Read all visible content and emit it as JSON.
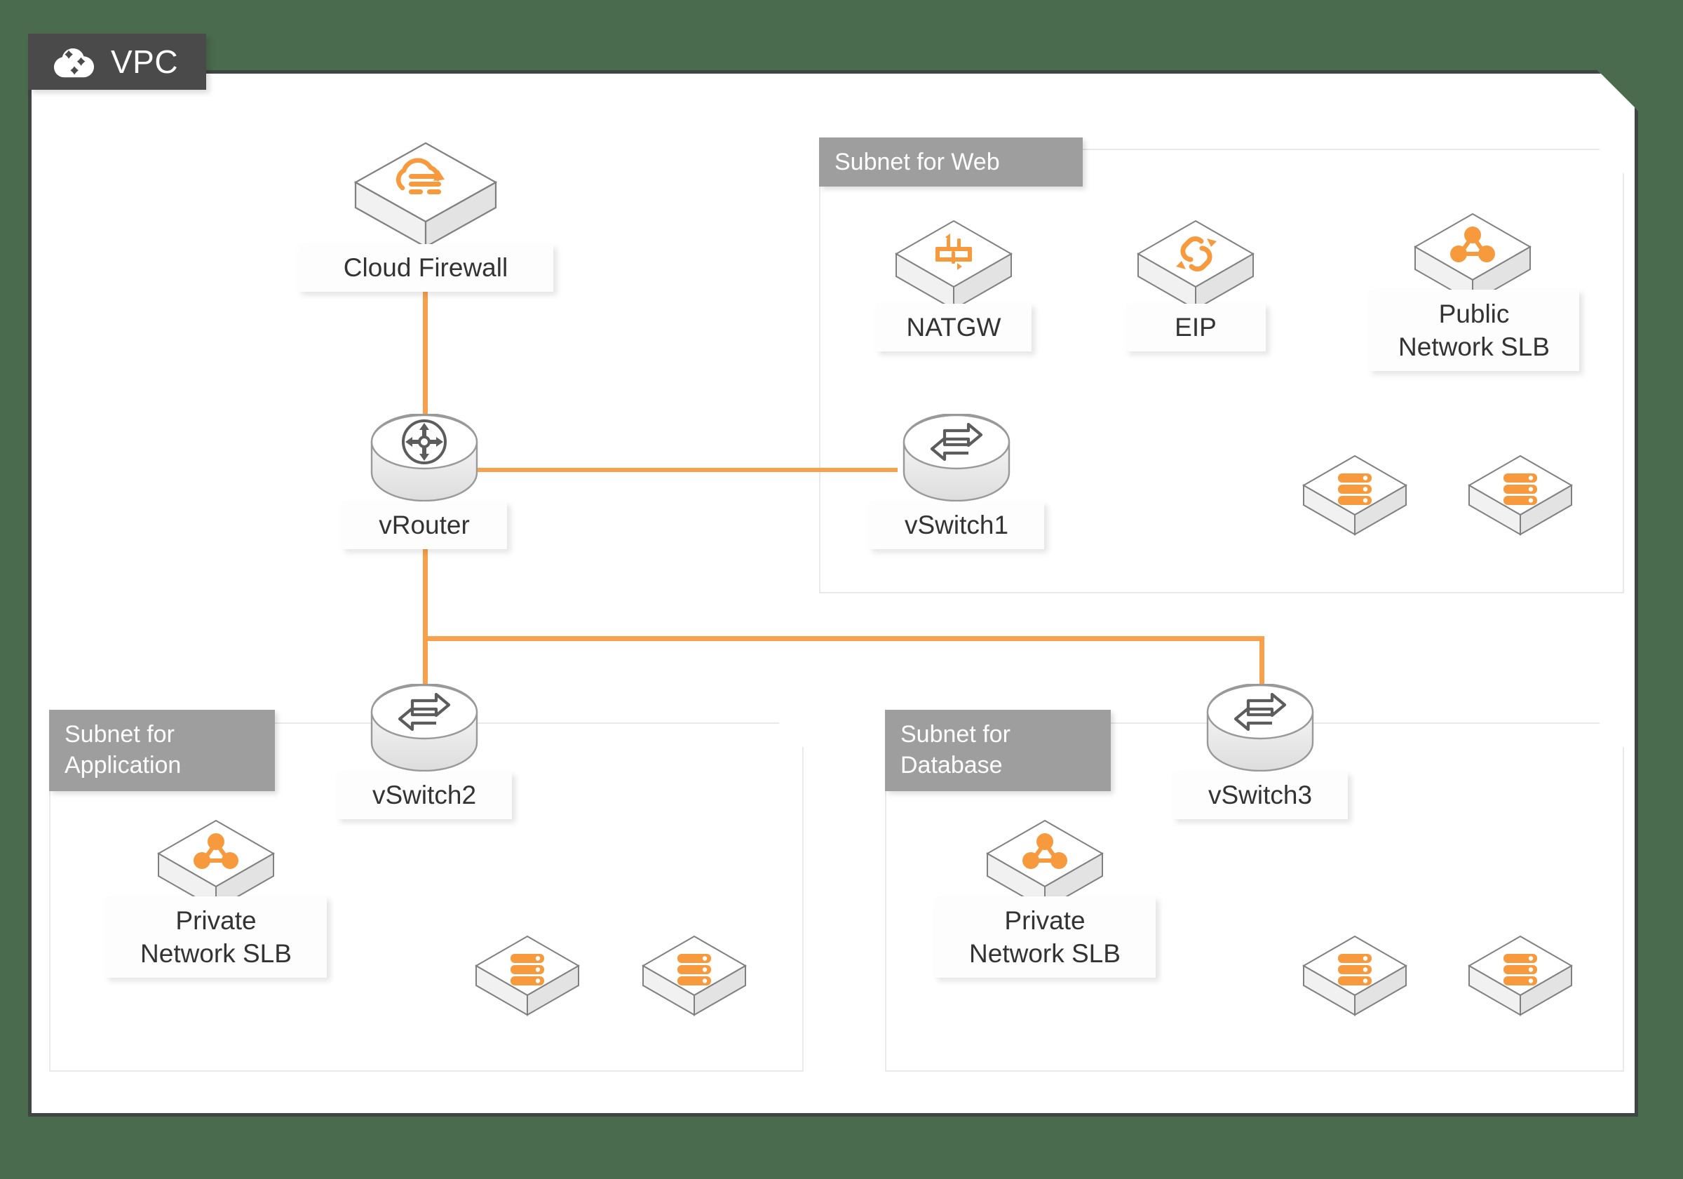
{
  "canvas": {
    "background_color": "#4a6b4d",
    "frame_color": "#3e4543",
    "accent_color": "#f8a04c",
    "subnet_title_color": "#9e9e9e",
    "vpc_tab_color": "#4a4a4a"
  },
  "vpc": {
    "title": "VPC",
    "icon": "cloud-icon"
  },
  "nodes": {
    "cloud_firewall": {
      "label": "Cloud Firewall",
      "icon": "cloud-firewall-icon",
      "shape": "cube"
    },
    "vrouter": {
      "label": "vRouter",
      "icon": "router-icon",
      "shape": "cylinder"
    },
    "vswitch1": {
      "label": "vSwitch1",
      "icon": "switch-icon",
      "shape": "cylinder"
    },
    "vswitch2": {
      "label": "vSwitch2",
      "icon": "switch-icon",
      "shape": "cylinder"
    },
    "vswitch3": {
      "label": "vSwitch3",
      "icon": "switch-icon",
      "shape": "cylinder"
    },
    "natgw": {
      "label": "NATGW",
      "icon": "nat-gateway-icon",
      "shape": "cube"
    },
    "eip": {
      "label": "EIP",
      "icon": "elastic-ip-icon",
      "shape": "cube"
    },
    "public_slb": {
      "label": "Public\nNetwork SLB",
      "icon": "slb-icon",
      "shape": "cube"
    },
    "app_slb": {
      "label": "Private\nNetwork SLB",
      "icon": "slb-icon",
      "shape": "cube"
    },
    "db_slb": {
      "label": "Private\nNetwork SLB",
      "icon": "slb-icon",
      "shape": "cube"
    },
    "web_ecs_1": {
      "label": "",
      "icon": "server-icon",
      "shape": "cube"
    },
    "web_ecs_2": {
      "label": "",
      "icon": "server-icon",
      "shape": "cube"
    },
    "app_ecs_1": {
      "label": "",
      "icon": "server-icon",
      "shape": "cube"
    },
    "app_ecs_2": {
      "label": "",
      "icon": "server-icon",
      "shape": "cube"
    },
    "db_ecs_1": {
      "label": "",
      "icon": "server-icon",
      "shape": "cube"
    },
    "db_ecs_2": {
      "label": "",
      "icon": "server-icon",
      "shape": "cube"
    }
  },
  "subnets": [
    {
      "id": "web",
      "title": "Subnet for Web"
    },
    {
      "id": "app",
      "title": "Subnet for\nApplication"
    },
    {
      "id": "db",
      "title": "Subnet for\nDatabase"
    }
  ]
}
